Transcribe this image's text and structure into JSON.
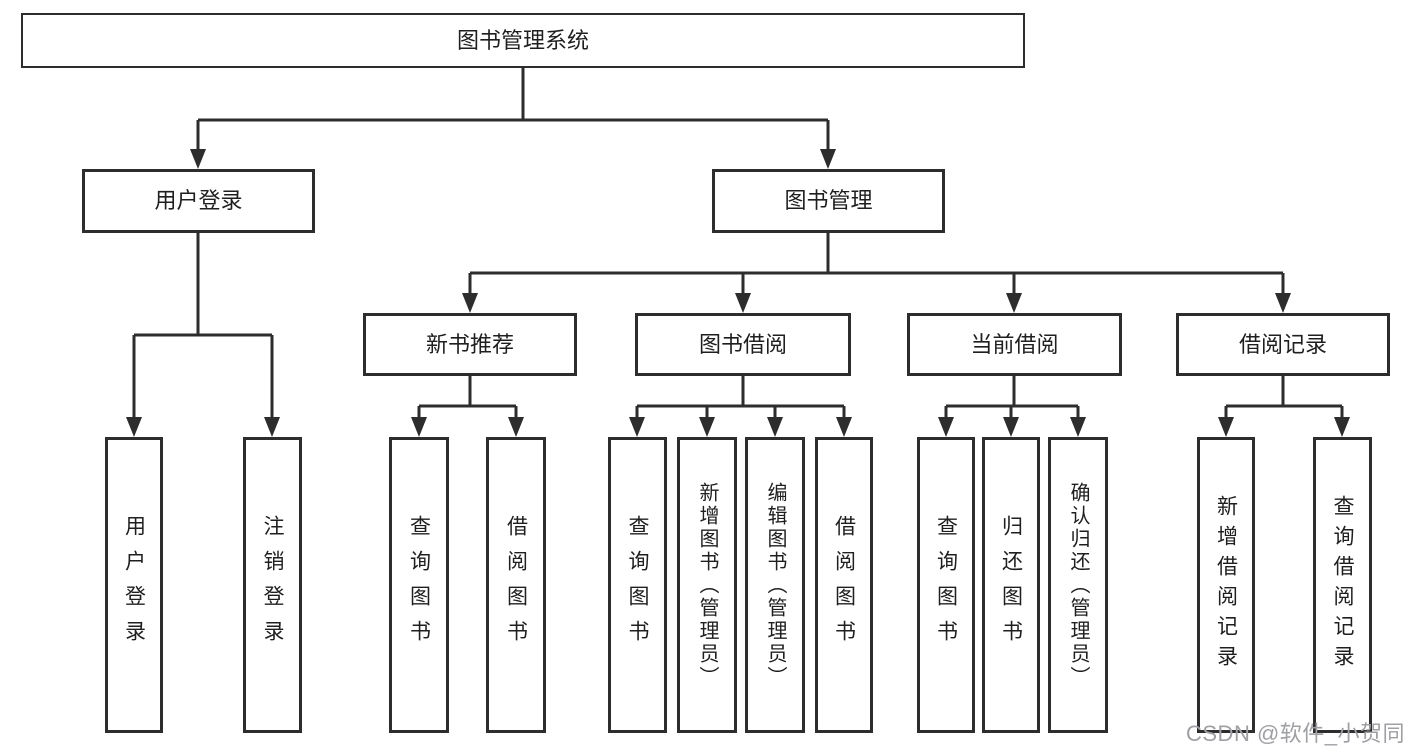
{
  "colors": {
    "line": "#2d2d2d",
    "box_border": "#2d2d2d",
    "text": "#1f1f1f",
    "background": "#ffffff",
    "watermark": "#9fa0a4"
  },
  "watermark": {
    "text": "CSDN @软件_小贺同学"
  },
  "tree": {
    "root": {
      "label": "图书管理系统",
      "children": [
        {
          "label": "用户登录",
          "children": [
            {
              "label": "用户登录"
            },
            {
              "label": "注销登录"
            }
          ]
        },
        {
          "label": "图书管理",
          "children": [
            {
              "label": "新书推荐",
              "children": [
                {
                  "label": "查询图书"
                },
                {
                  "label": "借阅图书"
                }
              ]
            },
            {
              "label": "图书借阅",
              "children": [
                {
                  "label": "查询图书"
                },
                {
                  "label": "新增图书（管理员）"
                },
                {
                  "label": "编辑图书（管理员）"
                },
                {
                  "label": "借阅图书"
                }
              ]
            },
            {
              "label": "当前借阅",
              "children": [
                {
                  "label": "查询图书"
                },
                {
                  "label": "归还图书"
                },
                {
                  "label": "确认归还（管理员）"
                }
              ]
            },
            {
              "label": "借阅记录",
              "children": [
                {
                  "label": "新增借阅记录"
                },
                {
                  "label": "查询借阅记录"
                }
              ]
            }
          ]
        }
      ]
    }
  }
}
